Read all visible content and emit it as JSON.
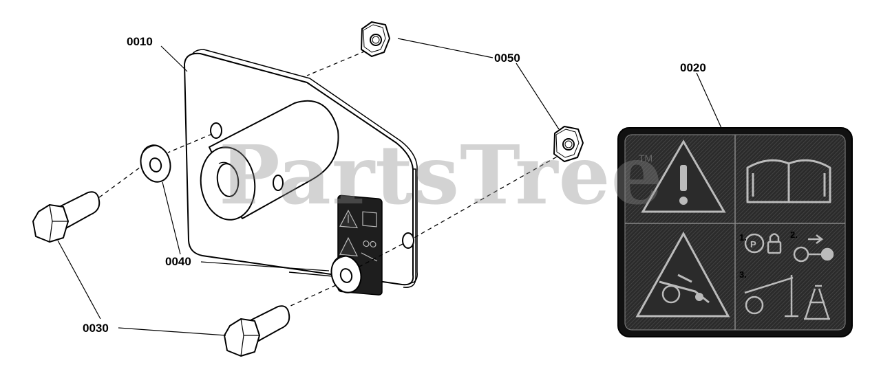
{
  "callouts": {
    "plate": "0010",
    "decal": "0020",
    "bolt": "0030",
    "washer": "0040",
    "nut": "0050"
  },
  "watermark": {
    "text": "PartsTree",
    "tm": "TM"
  },
  "decal_steps": {
    "step1": "1.",
    "step2": "2.",
    "step3": "3.",
    "park_letter": "P"
  }
}
